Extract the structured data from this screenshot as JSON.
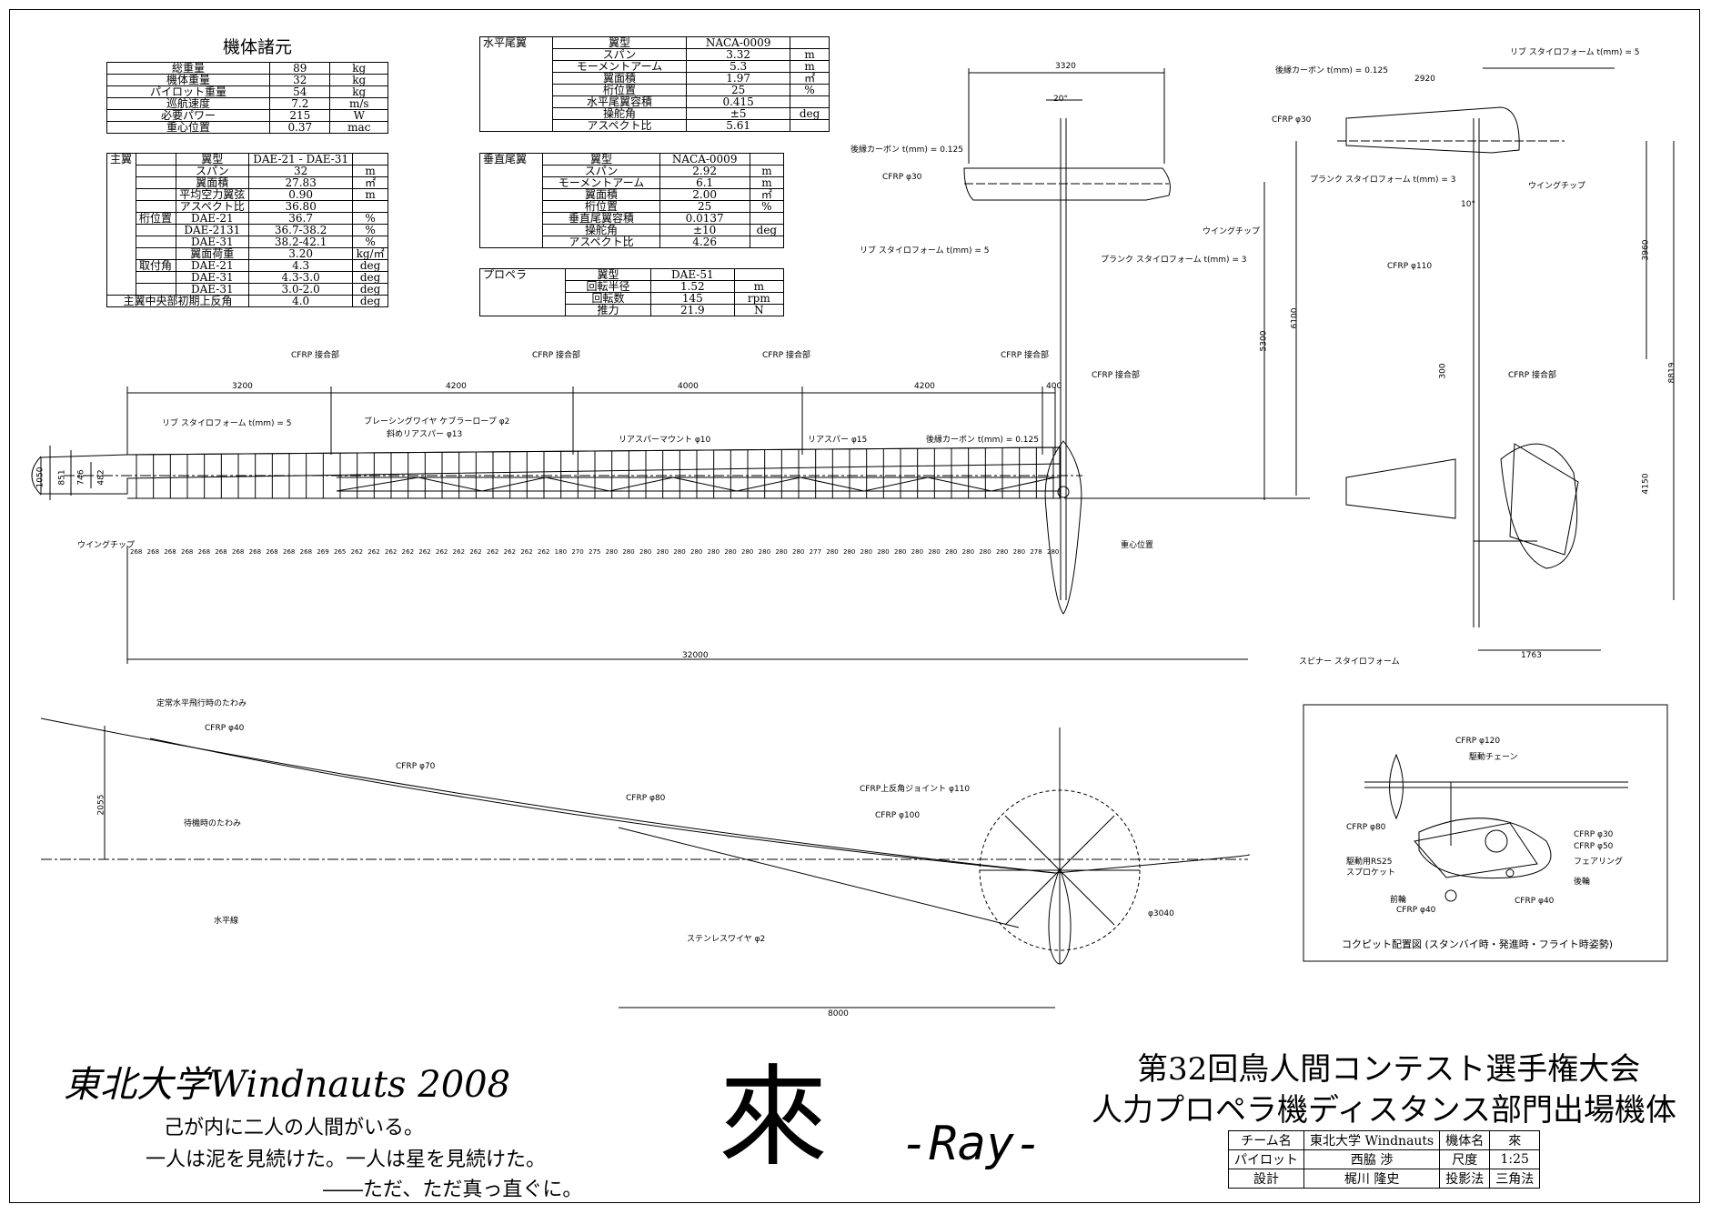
{
  "spec_title": "機体諸元",
  "general": [
    [
      "総重量",
      "89",
      "kg"
    ],
    [
      "機体重量",
      "32",
      "kg"
    ],
    [
      "パイロット重量",
      "54",
      "kg"
    ],
    [
      "巡航速度",
      "7.2",
      "m/s"
    ],
    [
      "必要パワー",
      "215",
      "W"
    ],
    [
      "重心位置",
      "0.37",
      "mac"
    ]
  ],
  "main_wing": {
    "group": "主翼",
    "rows": [
      [
        "",
        "翼型",
        "DAE-21 - DAE-31",
        ""
      ],
      [
        "",
        "スパン",
        "32",
        "m"
      ],
      [
        "",
        "翼面積",
        "27.83",
        "㎡"
      ],
      [
        "",
        "平均空力翼弦",
        "0.90",
        "m"
      ],
      [
        "",
        "アスペクト比",
        "36.80",
        ""
      ],
      [
        "桁位置",
        "DAE-21",
        "36.7",
        "%"
      ],
      [
        "",
        "DAE-2131",
        "36.7-38.2",
        "%"
      ],
      [
        "",
        "DAE-31",
        "38.2-42.1",
        "%"
      ],
      [
        "",
        "翼面荷重",
        "3.20",
        "kg/㎡"
      ],
      [
        "取付角",
        "DAE-21",
        "4.3",
        "deg"
      ],
      [
        "",
        "DAE-31",
        "4.3-3.0",
        "deg"
      ],
      [
        "",
        "DAE-31",
        "3.0-2.0",
        "deg"
      ],
      [
        "主翼中央部初期上反角",
        "",
        "4.0",
        "deg"
      ]
    ]
  },
  "h_tail": {
    "group": "水平尾翼",
    "rows": [
      [
        "翼型",
        "NACA-0009",
        ""
      ],
      [
        "スパン",
        "3.32",
        "m"
      ],
      [
        "モーメントアーム",
        "5.3",
        "m"
      ],
      [
        "翼面積",
        "1.97",
        "㎡"
      ],
      [
        "桁位置",
        "25",
        "%"
      ],
      [
        "水平尾翼容積",
        "0.415",
        ""
      ],
      [
        "操舵角",
        "±5",
        "deg"
      ],
      [
        "アスペクト比",
        "5.61",
        ""
      ]
    ]
  },
  "v_tail": {
    "group": "垂直尾翼",
    "rows": [
      [
        "翼型",
        "NACA-0009",
        ""
      ],
      [
        "スパン",
        "2.92",
        "m"
      ],
      [
        "モーメントアーム",
        "6.1",
        "m"
      ],
      [
        "翼面積",
        "2.00",
        "㎡"
      ],
      [
        "桁位置",
        "25",
        "%"
      ],
      [
        "垂直尾翼容積",
        "0.0137",
        ""
      ],
      [
        "操舵角",
        "±10",
        "deg"
      ],
      [
        "アスペクト比",
        "4.26",
        ""
      ]
    ]
  },
  "propeller": {
    "group": "プロペラ",
    "rows": [
      [
        "翼型",
        "DAE-51",
        ""
      ],
      [
        "回転半径",
        "1.52",
        "m"
      ],
      [
        "回転数",
        "145",
        "rpm"
      ],
      [
        "推力",
        "21.9",
        "N"
      ]
    ]
  },
  "labels": {
    "cfrp_joint": "CFRP 接合部",
    "rib_styro": "リブ スタイロフォーム t(mm) = 5",
    "bracing": "ブレーシングワイヤ ケブラーロープ φ2",
    "diag_rear_spar": "斜めリアスパー φ13",
    "rear_spar_mount": "リアスパーマウント φ10",
    "rear_spar": "リアスパー φ15",
    "trailing_carbon": "後縁カーボン t(mm) = 0.125",
    "wingtip": "ウイングチップ",
    "cg": "重心位置",
    "cfrp30": "CFRP φ30",
    "plank_styro": "プランク スタイロフォーム t(mm) = 3",
    "cfrp110": "CFRP φ110",
    "spinner": "スピナー スタイロフォーム",
    "deflection_flight": "定常水平飛行時のたわみ",
    "deflection_wait": "待機時のたわみ",
    "horizontal": "水平線",
    "cfrp40": "CFRP φ40",
    "cfrp70": "CFRP φ70",
    "cfrp80": "CFRP φ80",
    "cfrp100": "CFRP φ100",
    "dihedral_joint": "CFRP上反角ジョイント φ110",
    "stainless": "ステンレスワイヤ φ2",
    "prop_dia": "φ3040",
    "cfrp120": "CFRP φ120",
    "drive_chain": "駆動チェーン",
    "cfrp50": "CFRP φ50",
    "fairing": "フェアリング",
    "sprocket1": "駆動用RS25",
    "sprocket2": "スプロケット",
    "rear_wheel": "後輪",
    "front_wheel": "前輪",
    "cockpit_caption": "コクピット配置図 (スタンバイ時・発進時・フライト時姿勢)",
    "deg20": "20°",
    "deg10": "10°"
  },
  "dims": {
    "d3200": "3200",
    "d4200a": "4200",
    "d4000": "4000",
    "d4200b": "4200",
    "d400": "400",
    "d32000": "32000",
    "d1050": "1050",
    "d851": "851",
    "d746": "746",
    "d482": "482",
    "d3320": "3320",
    "d5300": "5300",
    "d6100": "6100",
    "d2920": "2920",
    "d3960": "3960",
    "d8819": "8819",
    "d300": "300",
    "d4150": "4150",
    "d1763": "1763",
    "d2055": "2055",
    "d8000": "8000"
  },
  "ribs": [
    "268",
    "268",
    "268",
    "268",
    "268",
    "268",
    "268",
    "268",
    "268",
    "268",
    "268",
    "269",
    "265",
    "262",
    "262",
    "262",
    "262",
    "262",
    "262",
    "262",
    "262",
    "262",
    "262",
    "262",
    "262",
    "180",
    "270",
    "275",
    "280",
    "280",
    "280",
    "280",
    "280",
    "280",
    "280",
    "280",
    "280",
    "280",
    "280",
    "280",
    "277",
    "280",
    "280",
    "280",
    "280",
    "280",
    "280",
    "280",
    "280",
    "280",
    "280",
    "280",
    "280",
    "278",
    "280"
  ],
  "team": "東北大学Windnauts 2008",
  "poem": [
    "己が内に二人の人間がいる。",
    "一人は泥を見続けた。一人は星を見続けた。",
    "――ただ、ただ真っ直ぐに。"
  ],
  "name_kanji": "來",
  "name_ray": "-Ray-",
  "contest": [
    "第32回鳥人間コンテスト選手権大会",
    "人力プロペラ機ディスタンス部門出場機体"
  ],
  "title_block": [
    [
      "チーム名",
      "東北大学 Windnauts",
      "機体名",
      "來"
    ],
    [
      "パイロット",
      "西脇 渉",
      "尺度",
      "1:25"
    ],
    [
      "設計",
      "梶川 隆史",
      "投影法",
      "三角法"
    ]
  ]
}
